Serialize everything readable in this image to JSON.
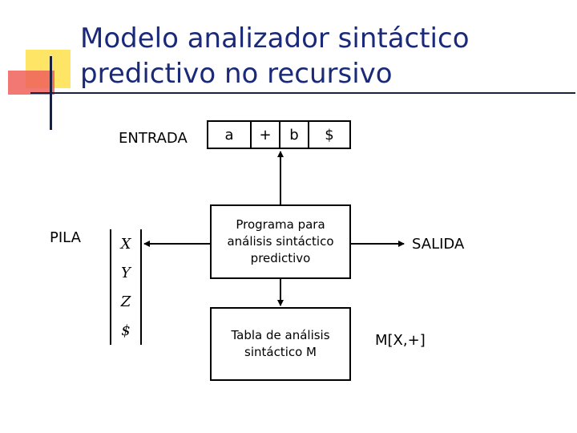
{
  "title": {
    "line1": "Modelo analizador sintáctico",
    "line2": "predictivo no recursivo"
  },
  "labels": {
    "input": "ENTRADA",
    "stack": "PILA",
    "output": "SALIDA",
    "table_entry": "M[X,+]"
  },
  "input_tape": [
    "a",
    "+",
    "b",
    "$"
  ],
  "stack": [
    "X",
    "Y",
    "Z",
    "$"
  ],
  "program": {
    "line1": "Programa para",
    "line2": "análisis sintáctico",
    "line3": "predictivo"
  },
  "parse_table": {
    "line1": "Tabla de análisis",
    "line2": "sintáctico M"
  }
}
